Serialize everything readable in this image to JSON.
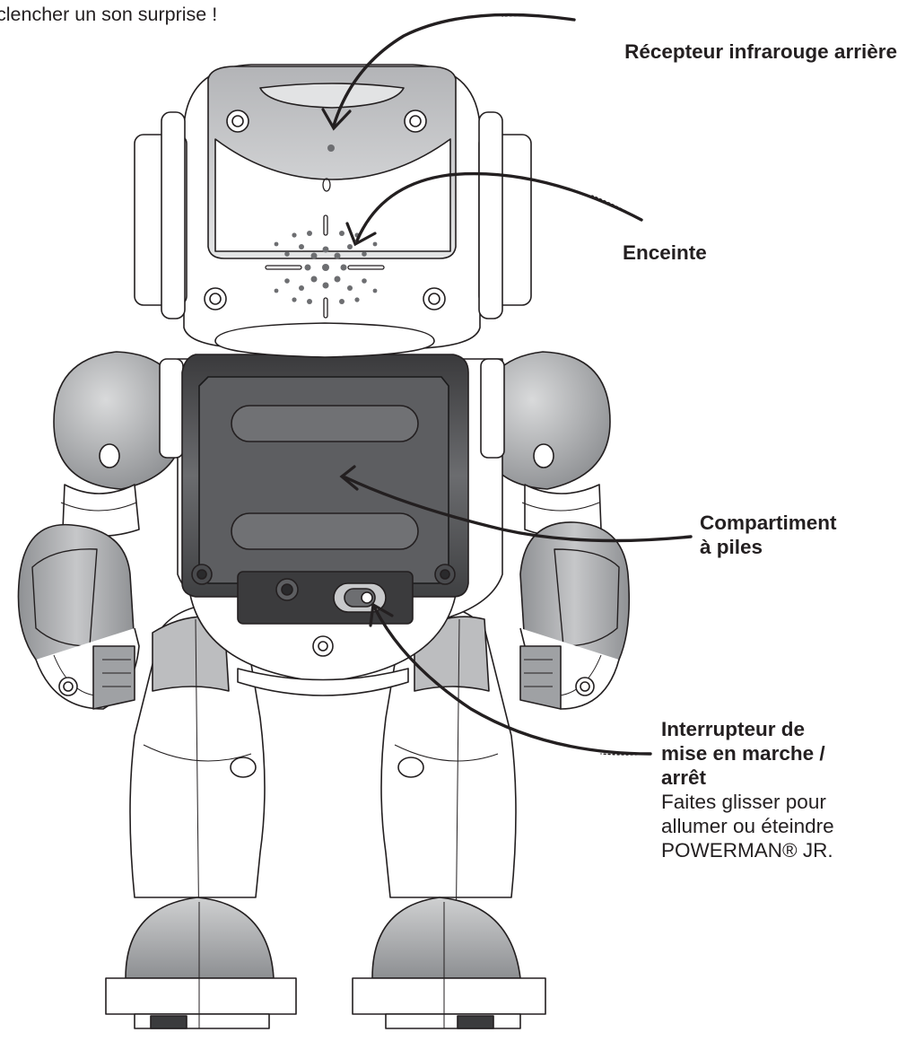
{
  "caption_top": "clencher un son surprise !",
  "callouts": {
    "ir_receiver": "Récepteur infrarouge arrière",
    "speaker": "Enceinte",
    "battery_line1": "Compartiment",
    "battery_line2": "à piles",
    "switch_title_line1": "Interrupteur de",
    "switch_title_line2": "mise en marche /",
    "switch_title_line3": "arrêt",
    "switch_desc_line1": "Faites glisser pour",
    "switch_desc_line2": "allumer ou éteindre",
    "switch_desc_line3": "POWERMAN® JR."
  },
  "colors": {
    "outline": "#231f20",
    "grey_light": "#c8c9cb",
    "grey_mid": "#9fa1a4",
    "grey_dark": "#6d6e71",
    "battery_dark": "#3b3b3d",
    "white": "#ffffff"
  }
}
